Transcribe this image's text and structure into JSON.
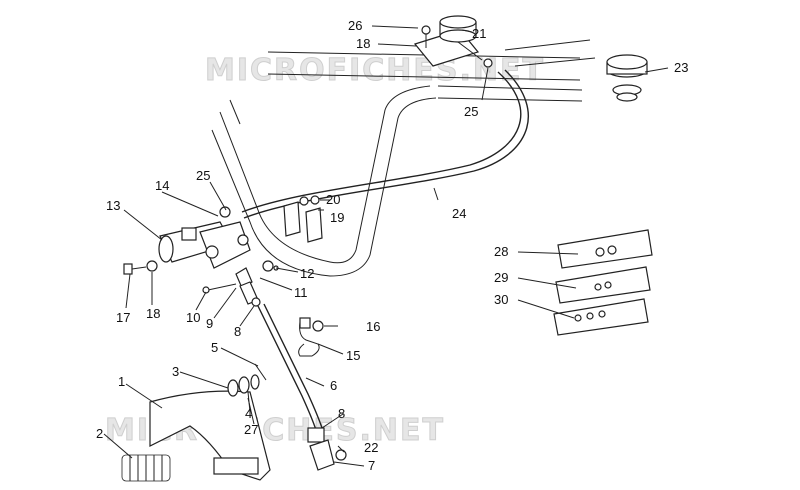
{
  "watermarks": [
    "MICROFICHES.NET",
    "MICROFICHES.NET"
  ],
  "callouts": [
    "1",
    "2",
    "3",
    "4",
    "5",
    "6",
    "7",
    "8",
    "8",
    "9",
    "10",
    "11",
    "12",
    "13",
    "14",
    "15",
    "16",
    "17",
    "18",
    "18",
    "19",
    "20",
    "21",
    "22",
    "23",
    "24",
    "25",
    "25",
    "26",
    "27",
    "28",
    "29",
    "30"
  ]
}
